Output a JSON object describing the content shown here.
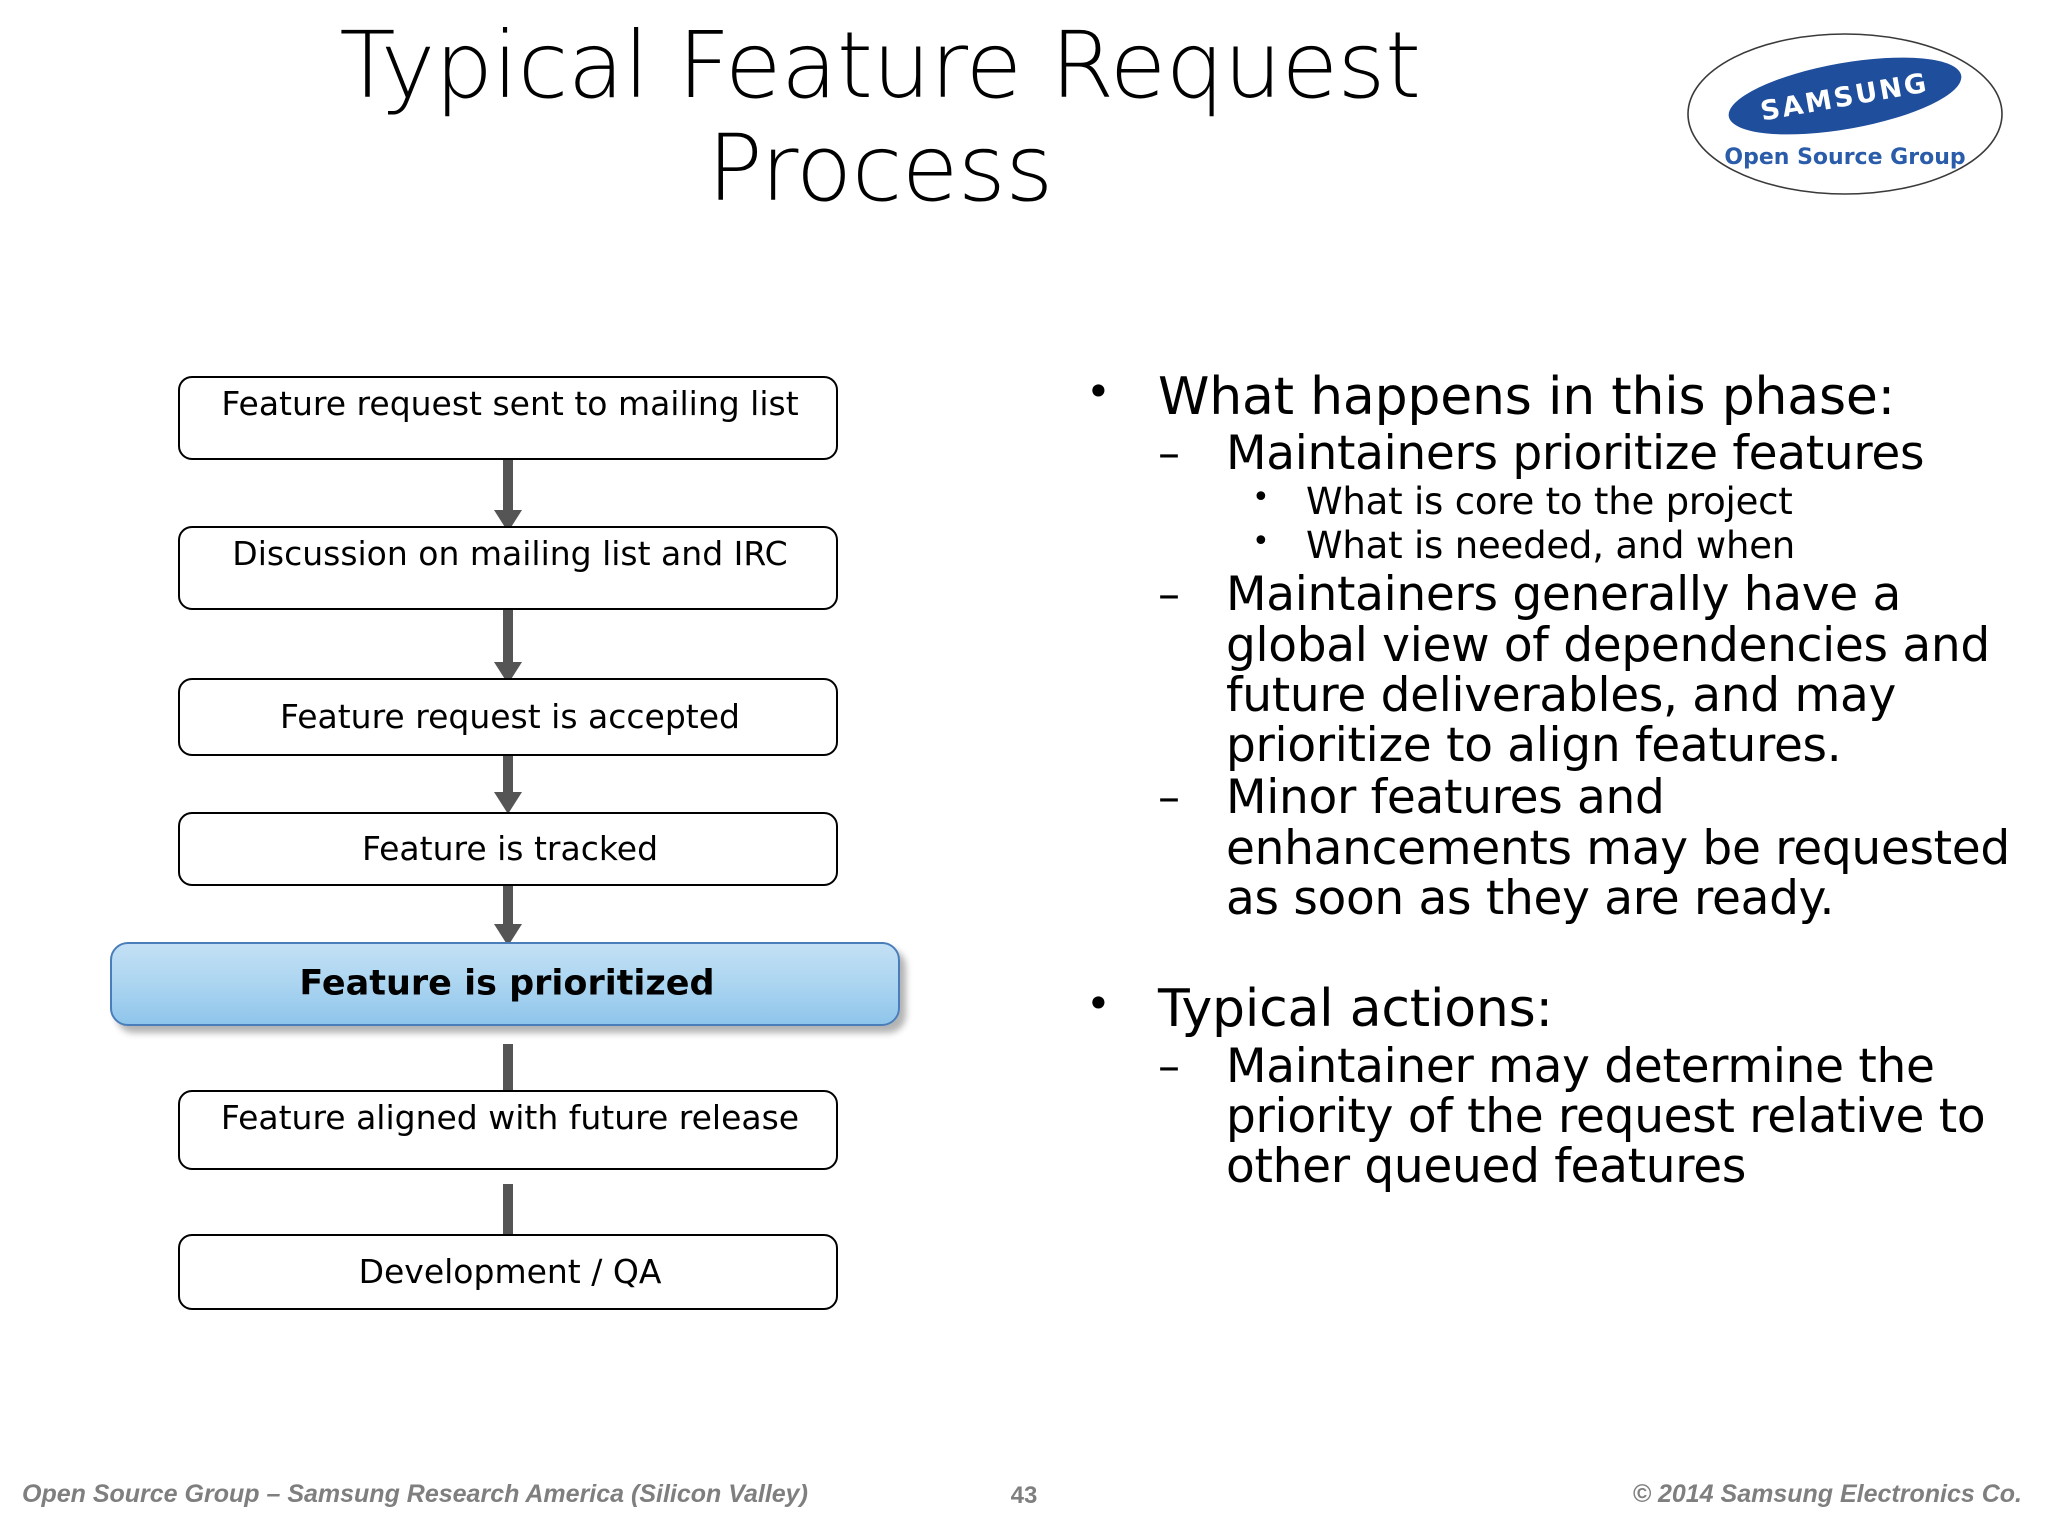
{
  "slide": {
    "title_lines": [
      "Typical Feature Request",
      "Process"
    ]
  },
  "logo": {
    "name": "samsung-open-source-group-logo",
    "brand": "SAMSUNG",
    "tagline": "Open Source Group",
    "oval_fill": "#ffffff",
    "oval_stroke": "#333333",
    "ellipse_fill": "#1f4e9c",
    "tagline_color": "#2a5caa"
  },
  "flowchart": {
    "highlight_colors": {
      "gradient_top": "#c3e0f5",
      "gradient_bottom": "#8fc5eb",
      "border": "#4a7ebb"
    },
    "arrow_color": "#555555",
    "nodes": [
      {
        "label": "Feature request sent to mailing list",
        "highlight": false
      },
      {
        "label": "Discussion on mailing list and IRC",
        "highlight": false
      },
      {
        "label": "Feature request is accepted",
        "highlight": false
      },
      {
        "label": "Feature is tracked",
        "highlight": false
      },
      {
        "label": "Feature is prioritized",
        "highlight": true
      },
      {
        "label": "Feature aligned with future release",
        "highlight": false
      },
      {
        "label": "Development / QA",
        "highlight": false
      }
    ]
  },
  "bullets": [
    {
      "level": 1,
      "mark": "•",
      "text": "What happens in this phase:"
    },
    {
      "level": 2,
      "mark": "–",
      "text": "Maintainers prioritize features"
    },
    {
      "level": 3,
      "mark": "•",
      "text": "What is core to the project"
    },
    {
      "level": 3,
      "mark": "•",
      "text": "What is needed, and when"
    },
    {
      "level": 2,
      "mark": "–",
      "text": "Maintainers generally have a global view of dependencies and future deliverables, and may prioritize to align features."
    },
    {
      "level": 2,
      "mark": "–",
      "text": "Minor features and enhancements may be requested as soon as they are ready."
    },
    {
      "level": 0,
      "mark": "",
      "text": ""
    },
    {
      "level": 1,
      "mark": "•",
      "text": "Typical actions:"
    },
    {
      "level": 2,
      "mark": "–",
      "text": "Maintainer may determine the priority of the request relative  to other queued features"
    }
  ],
  "footer": {
    "left": "Open Source Group –  Samsung Research America (Silicon Valley)",
    "page_number": "43",
    "right": "© 2014 Samsung Electronics Co."
  }
}
